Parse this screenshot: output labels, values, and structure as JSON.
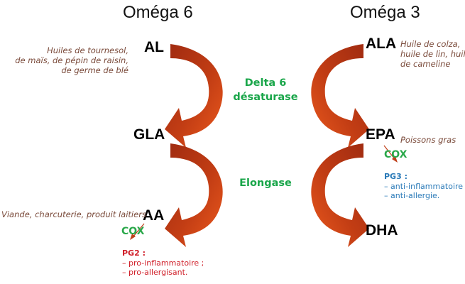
{
  "titles": {
    "left": "Oméga 6",
    "right": "Oméga 3"
  },
  "omega6": {
    "nodes": {
      "al": "AL",
      "gla": "GLA",
      "aa": "AA"
    },
    "sources": {
      "al": [
        "Huiles de tournesol,",
        "de maïs, de pépin de raisin,",
        "de germe de blé"
      ],
      "aa": "Viande, charcuterie, produit laitiers"
    },
    "cox": "COX",
    "pg": {
      "head": "PG2 :",
      "items": [
        "– pro-inflammatoire ;",
        "– pro-allergisant."
      ],
      "color": "#d0202a"
    }
  },
  "omega3": {
    "nodes": {
      "ala": "ALA",
      "epa": "EPA",
      "dha": "DHA"
    },
    "sources": {
      "ala": [
        "Huile de colza,",
        "huile de lin, huile",
        "de cameline"
      ],
      "epa": "Poissons gras"
    },
    "cox": "COX",
    "pg": {
      "head": "PG3 :",
      "items": [
        "– anti-inflammatoire ;",
        "– anti-allergie."
      ],
      "color": "#2a7ab8"
    }
  },
  "enzymes": {
    "delta6": [
      "Delta 6",
      "désaturase"
    ],
    "elongase": "Elongase"
  },
  "colors": {
    "arrow_dark": "#9e2a10",
    "arrow_light": "#e8561e",
    "enzyme": "#1aa64a",
    "source_text": "#7a4a3a"
  }
}
